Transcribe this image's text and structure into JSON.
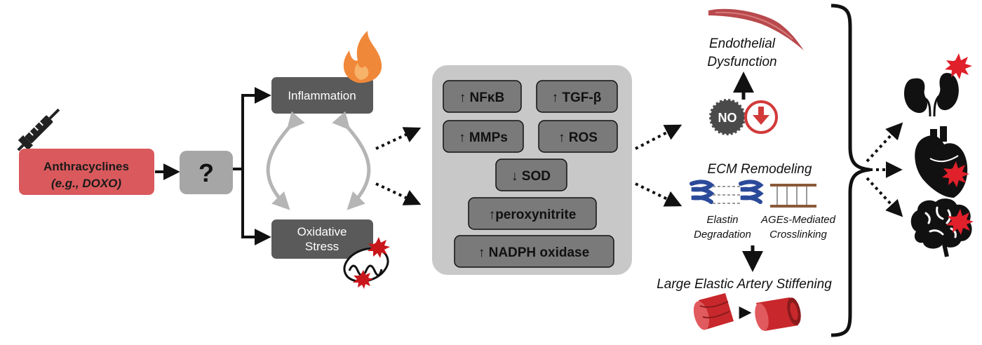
{
  "drug": {
    "name": "Anthracyclines",
    "example": "(e.g., DOXO)"
  },
  "unknown": {
    "symbol": "?"
  },
  "processes": {
    "inflammation": "Inflammation",
    "oxidative_line1": "Oxidative",
    "oxidative_line2": "Stress"
  },
  "markers": {
    "nfkb": "↑ NFκB",
    "tgfb": "↑ TGF-β",
    "mmps": "↑ MMPs",
    "ros": "↑ ROS",
    "sod": "↓ SOD",
    "peroxynitrite": "↑peroxynitrite",
    "nadph": "↑ NADPH oxidase"
  },
  "outcomes": {
    "endothelial_line1": "Endothelial",
    "endothelial_line2": "Dysfunction",
    "no": "NO",
    "ecm": "ECM Remodeling",
    "elastin_line1": "Elastin",
    "elastin_line2": "Degradation",
    "ages_line1": "AGEs-Mediated",
    "ages_line2": "Crosslinking",
    "stiffening": "Large Elastic Artery Stiffening"
  },
  "colors": {
    "drug_fill": "#d9595c",
    "drug_text": "#1a1a1a",
    "dark_box": "#5a5a5a",
    "grey_box": "#a6a6a6",
    "panel": "#c8c8c8",
    "marker_box": "#7a7a7a",
    "red": "#d23a3a",
    "flame": "#f0883a",
    "elastin": "#2b4a9a",
    "crosslink": "#8a5a3a"
  },
  "icons": {
    "syringe": "syringe-icon",
    "flame": "flame-icon",
    "mitochondria": "mitochondria-icon",
    "vessel": "blood-vessel-icon",
    "kidney": "kidney-icon",
    "heart": "heart-icon",
    "brain": "brain-icon",
    "artery": "artery-icon"
  }
}
